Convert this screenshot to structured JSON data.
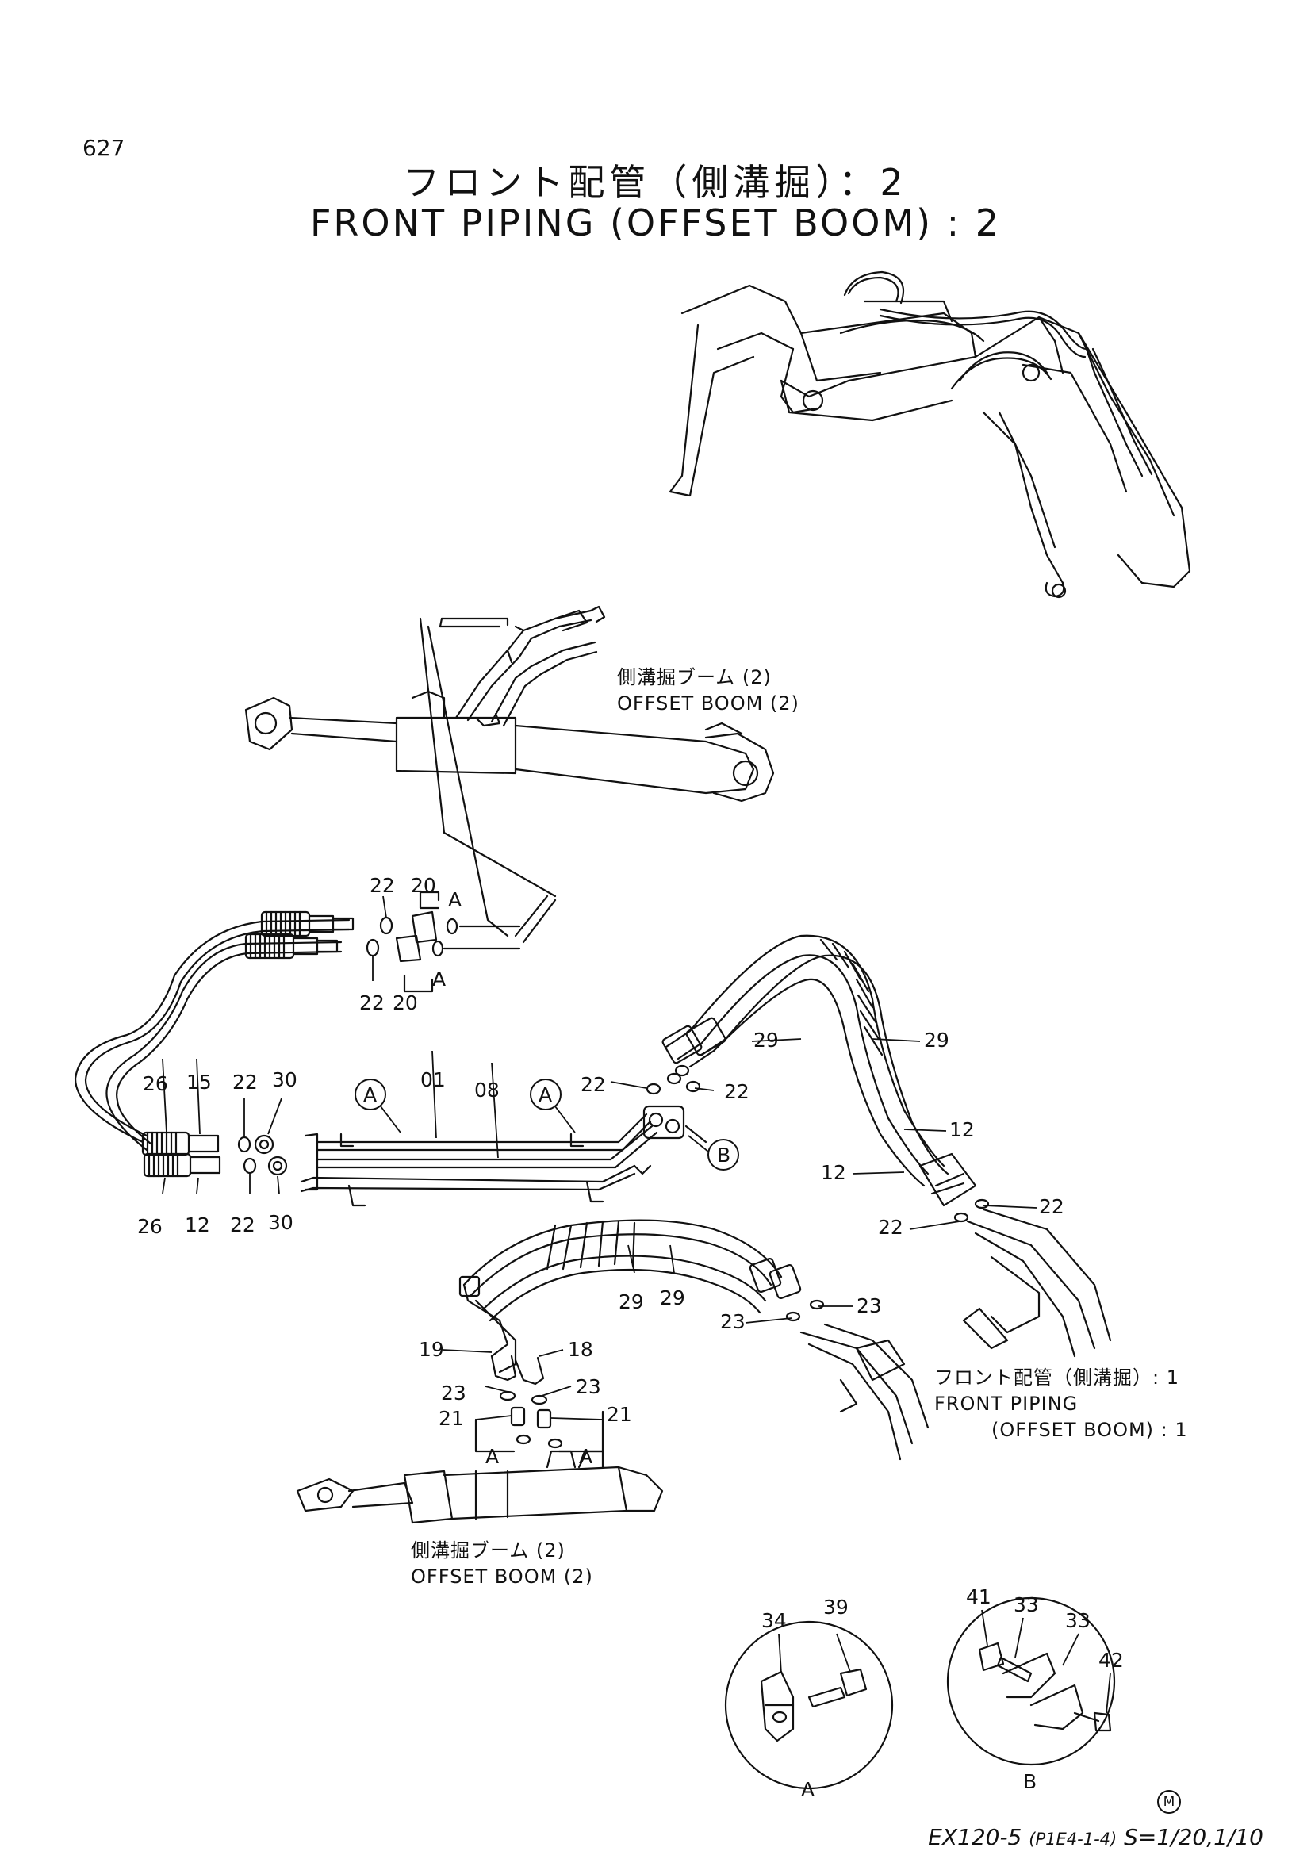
{
  "page": {
    "number": "627",
    "title_jp": "フロント配管（側溝掘）：2",
    "title_en": "FRONT PIPING (OFFSET BOOM) : 2"
  },
  "captions": {
    "offset_boom_top_jp": "側溝掘ブーム (2)",
    "offset_boom_top_en": "OFFSET BOOM (2)",
    "offset_boom_bottom_jp": "側溝掘ブーム (2)",
    "offset_boom_bottom_en": "OFFSET BOOM (2)",
    "front_piping_ref_jp": "フロント配管（側溝掘）: 1",
    "front_piping_ref_en1": "FRONT PIPING",
    "front_piping_ref_en2": "(OFFSET BOOM) : 1"
  },
  "callouts": {
    "p01": "01",
    "p08": "08",
    "p12": "12",
    "p15": "15",
    "p18": "18",
    "p19": "19",
    "p20": "20",
    "p21": "21",
    "p22": "22",
    "p23": "23",
    "p26": "26",
    "p29": "29",
    "p30": "30",
    "p33": "33",
    "p34": "34",
    "p39": "39",
    "p41": "41",
    "p42": "42"
  },
  "detail_refs": {
    "a": "A",
    "b": "B"
  },
  "footer": {
    "model": "EX120-5",
    "code": "(P1E4-1-4)",
    "scale": "S=1/20,1/10",
    "mark": "M"
  }
}
